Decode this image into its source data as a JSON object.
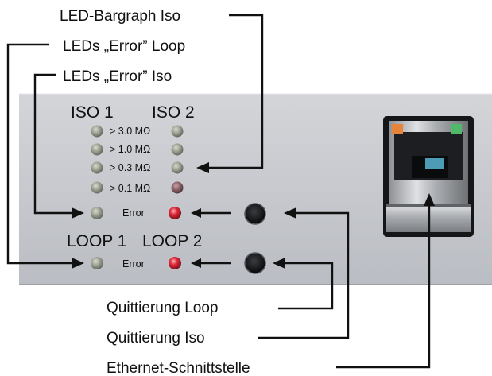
{
  "panel": {
    "iso1": "ISO 1",
    "iso2": "ISO 2",
    "thresholds": [
      "> 3.0 MΩ",
      "> 1.0 MΩ",
      "> 0.3 MΩ",
      "> 0.1 MΩ"
    ],
    "iso_error": "Error",
    "loop1": "LOOP 1",
    "loop2": "LOOP 2",
    "loop_error": "Error"
  },
  "callouts": {
    "led_bargraph_iso": "LED-Bargraph Iso",
    "leds_error_loop": "LEDs „Error” Loop",
    "leds_error_iso": "LEDs „Error” Iso",
    "quittierung_loop": "Quittierung Loop",
    "quittierung_iso": "Quittierung Iso",
    "ethernet": "Ethernet-Schnittstelle"
  },
  "colors": {
    "panel": "#c9cbd0",
    "led_off": "#a3a79b",
    "led_red": "#d3202c",
    "port_orange": "#e8833a",
    "port_green": "#4fb86a"
  }
}
